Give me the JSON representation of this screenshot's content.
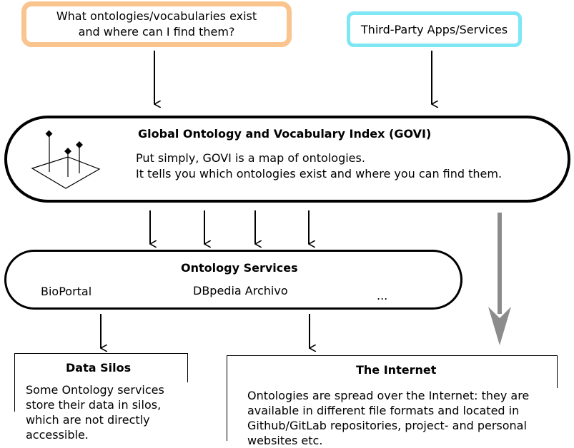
{
  "question": {
    "line1": "What ontologies/vocabularies exist",
    "line2": "and where can I find them?"
  },
  "third_party": {
    "label": "Third-Party Apps/Services"
  },
  "govi": {
    "title": "Global Ontology and Vocabulary Index (GOVI)",
    "desc_line1": "Put simply, GOVI is a map of ontologies.",
    "desc_line2": "It tells you which ontologies exist and where you can find them.",
    "icon": "map-pins-icon"
  },
  "services": {
    "title": "Ontology Services",
    "items": [
      "BioPortal",
      "DBpedia Archivo",
      "..."
    ]
  },
  "silos": {
    "title": "Data Silos",
    "lines": [
      "Some Ontology services",
      "store their data in silos,",
      "which are not directly",
      "accessible."
    ]
  },
  "internet": {
    "title": "The Internet",
    "lines": [
      "Ontologies are spread over the Internet: they are",
      "available in different file formats and located in",
      "Github/GitLab repositories, project- and personal",
      "websites etc."
    ]
  },
  "colors": {
    "question_border": "#f9c48d",
    "apps_border": "#7fe6f3",
    "gray_arrow": "#8c8c8c"
  }
}
